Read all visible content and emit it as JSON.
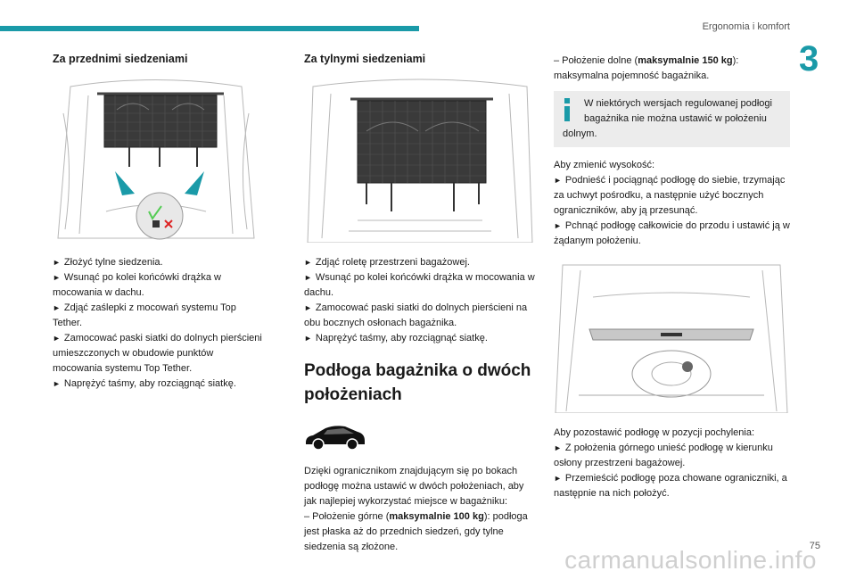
{
  "header": {
    "section_title": "Ergonomia i komfort",
    "chapter_number": "3"
  },
  "col1": {
    "heading": "Za przednimi siedzeniami",
    "figure_icon": "cargo-net-front-illustration",
    "items": [
      "Złożyć tylne siedzenia.",
      "Wsunąć po kolei końcówki drążka w mocowania w dachu.",
      "Zdjąć zaślepki z mocowań systemu Top Tether.",
      "Zamocować paski siatki do dolnych pierścieni umieszczonych w obudowie punktów mocowania systemu Top Tether.",
      "Naprężyć taśmy, aby rozciągnąć siatkę."
    ]
  },
  "col2": {
    "heading": "Za tylnymi siedzeniami",
    "figure_icon": "cargo-net-rear-illustration",
    "items": [
      "Zdjąć roletę przestrzeni bagażowej.",
      "Wsunąć po kolei końcówki drążka w mocowania w dachu.",
      "Zamocować paski siatki do dolnych pierścieni na obu bocznych osłonach bagażnika.",
      "Naprężyć taśmy, aby rozciągnąć siatkę."
    ],
    "section_heading": "Podłoga bagażnika o dwóch położeniach",
    "car_icon": "car-silhouette-icon",
    "intro": "Dzięki ogranicznikom znajdującym się po bokach podłogę można ustawić w dwóch położeniach, aby jak najlepiej wykorzystać miejsce w bagażniku:",
    "upper_prefix": "–  Położenie górne (",
    "upper_bold": "maksymalnie 100 kg",
    "upper_suffix": "): podłoga jest płaska aż do przednich siedzeń, gdy tylne siedzenia są złożone."
  },
  "col3": {
    "lower_prefix": "–  Położenie dolne (",
    "lower_bold": "maksymalnie 150 kg",
    "lower_suffix": "): maksymalna pojemność bagażnika.",
    "info_text": "W niektórych wersjach regulowanej podłogi bagażnika nie można ustawić w położeniu dolnym.",
    "change_intro": "Aby zmienić wysokość:",
    "change_items": [
      "Podnieść i pociągnąć podłogę do siebie, trzymając za uchwyt pośrodku, a następnie użyć bocznych ograniczników, aby ją przesunąć.",
      "Pchnąć podłogę całkowicie do przodu i ustawić ją w żądanym położeniu."
    ],
    "figure_icon": "trunk-floor-illustration",
    "tilt_intro": "Aby pozostawić podłogę w pozycji pochylenia:",
    "tilt_items": [
      "Z położenia górnego unieść podłogę w kierunku osłony przestrzeni bagażowej.",
      "Przemieścić podłogę poza chowane ograniczniki, a następnie na nich położyć."
    ]
  },
  "footer": {
    "page_number": "75",
    "watermark": "carmanualsonline.info"
  },
  "colors": {
    "accent": "#1a9aa8",
    "info_bg": "#ececec"
  }
}
